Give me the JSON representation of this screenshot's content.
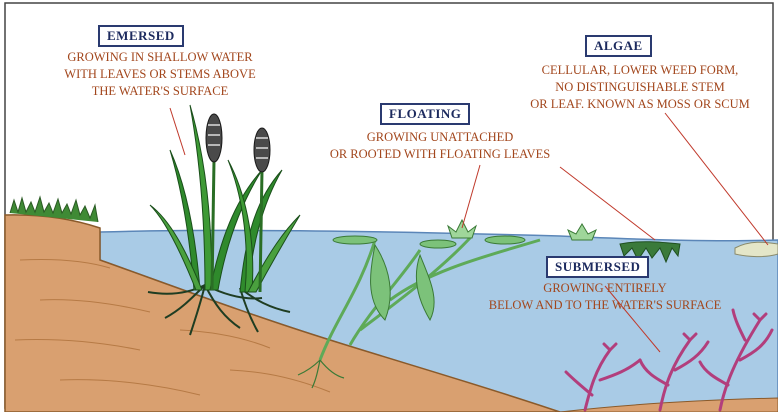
{
  "categories": [
    {
      "id": "emersed",
      "title": "EMERSED",
      "lines": [
        "GROWING IN SHALLOW WATER",
        "WITH LEAVES OR STEMS ABOVE",
        "THE WATER'S SURFACE"
      ]
    },
    {
      "id": "floating",
      "title": "FLOATING",
      "lines": [
        "GROWING UNATTACHED",
        "OR ROOTED WITH FLOATING LEAVES"
      ]
    },
    {
      "id": "algae",
      "title": "ALGAE",
      "lines": [
        "CELLULAR, LOWER WEED FORM,",
        "NO DISTINGUISHABLE STEM",
        "OR LEAF. KNOWN AS MOSS OR SCUM"
      ]
    },
    {
      "id": "submersed",
      "title": "SUBMERSED",
      "lines": [
        "GROWING ENTIRELY",
        "BELOW AND TO THE WATER'S SURFACE"
      ]
    }
  ],
  "colors": {
    "label_text": "#1c2a5e",
    "description_text": "#a2461c",
    "water": "#a9cbe6",
    "soil": "#d9a070",
    "emersed_leaf": "#2f8a2c",
    "floating_plant": "#7cc27a",
    "submersed_plant": "#b23e7c",
    "pointer_line": "#c0392b"
  }
}
